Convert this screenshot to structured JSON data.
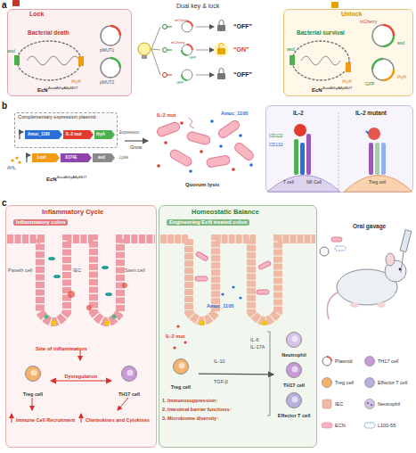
{
  "diagram": {
    "nodes": [
      {
        "text": [
          "Lock",
          "Bacterial death"
        ]
      },
      {
        "text": [
          "Unlock",
          "Bacterial survival"
        ]
      },
      {
        "text": [
          "Complementary expression plasmid"
        ]
      },
      {
        "text": [
          "IL-2",
          "IL-2 mutant"
        ]
      },
      {
        "text": [
          "Inflammatory Cycle",
          "Inflammatory colon"
        ]
      },
      {
        "text": [
          "Homeostatic Balance",
          "Engineering EcN treated colon"
        ]
      },
      {
        "text": [
          "Treg cell"
        ],
        "in": 4
      },
      {
        "text": [
          "TH17 cell"
        ],
        "in": 4
      },
      {
        "text": [
          "Treg cell"
        ],
        "in": 5
      },
      {
        "text": [
          "Neutrophil"
        ],
        "in": 5
      },
      {
        "text": [
          "TH17 cell"
        ],
        "in": 5
      },
      {
        "text": [
          "Effector T cell"
        ],
        "in": 5
      }
    ],
    "edges": [
      {
        "from": 6,
        "to": 7,
        "label": "Dysregulation",
        "arrow": "both"
      },
      {
        "from": 8,
        "to": 10,
        "arrow": "to"
      }
    ],
    "labels": [
      "a",
      "Dual key & lock",
      "asd",
      "thyA",
      "pMUT1",
      "pMUT2",
      "EcN",
      "ΔasdΔthyAΔpMUT",
      "mCherry",
      "“OFF”",
      "mCherry",
      "GFP",
      "“ON”",
      "GFP",
      "“OFF”",
      "asd",
      "thyA",
      "mCherry",
      "asd",
      "GFP",
      "thyA",
      "EcN",
      "ΔasdΔthyAΔpMUT",
      "b",
      "Amuc_1100",
      "IL-2 mut",
      "thyA",
      "Expression",
      "AHL",
      "LuxI",
      "X174E",
      "asd",
      "Lysis",
      "EcN",
      "ΔasdΔthyAΔpMUT",
      "Grow",
      "IL-2 mut",
      "Amuc_1100",
      "Quorum lysis",
      "CD122",
      "CD132",
      "T cell",
      "NK Cell",
      "Treg cell",
      "c",
      "Paneth cell",
      "Stem cell",
      "IEC",
      "Site of inflammation",
      "Immune Cell Recruitment",
      "Chemokines and Cytokines",
      "Amuc_1100",
      "IL-2 mut",
      "IL-6",
      "IL-17A",
      "IL-10",
      "TGF-β",
      "1. Immunosuppression↑",
      "2. Intestinal barrier functions↑",
      "3. Microbiome diversity↑",
      "Oral gavage"
    ],
    "legend": [
      {
        "text": "Plasmid"
      },
      {
        "text": "TH17 cell"
      },
      {
        "text": "Treg cell"
      },
      {
        "text": "Effector T cell"
      },
      {
        "text": "IEC"
      },
      {
        "text": "Neutrophil"
      },
      {
        "text": "ECN"
      },
      {
        "text": "L100-55"
      }
    ]
  }
}
